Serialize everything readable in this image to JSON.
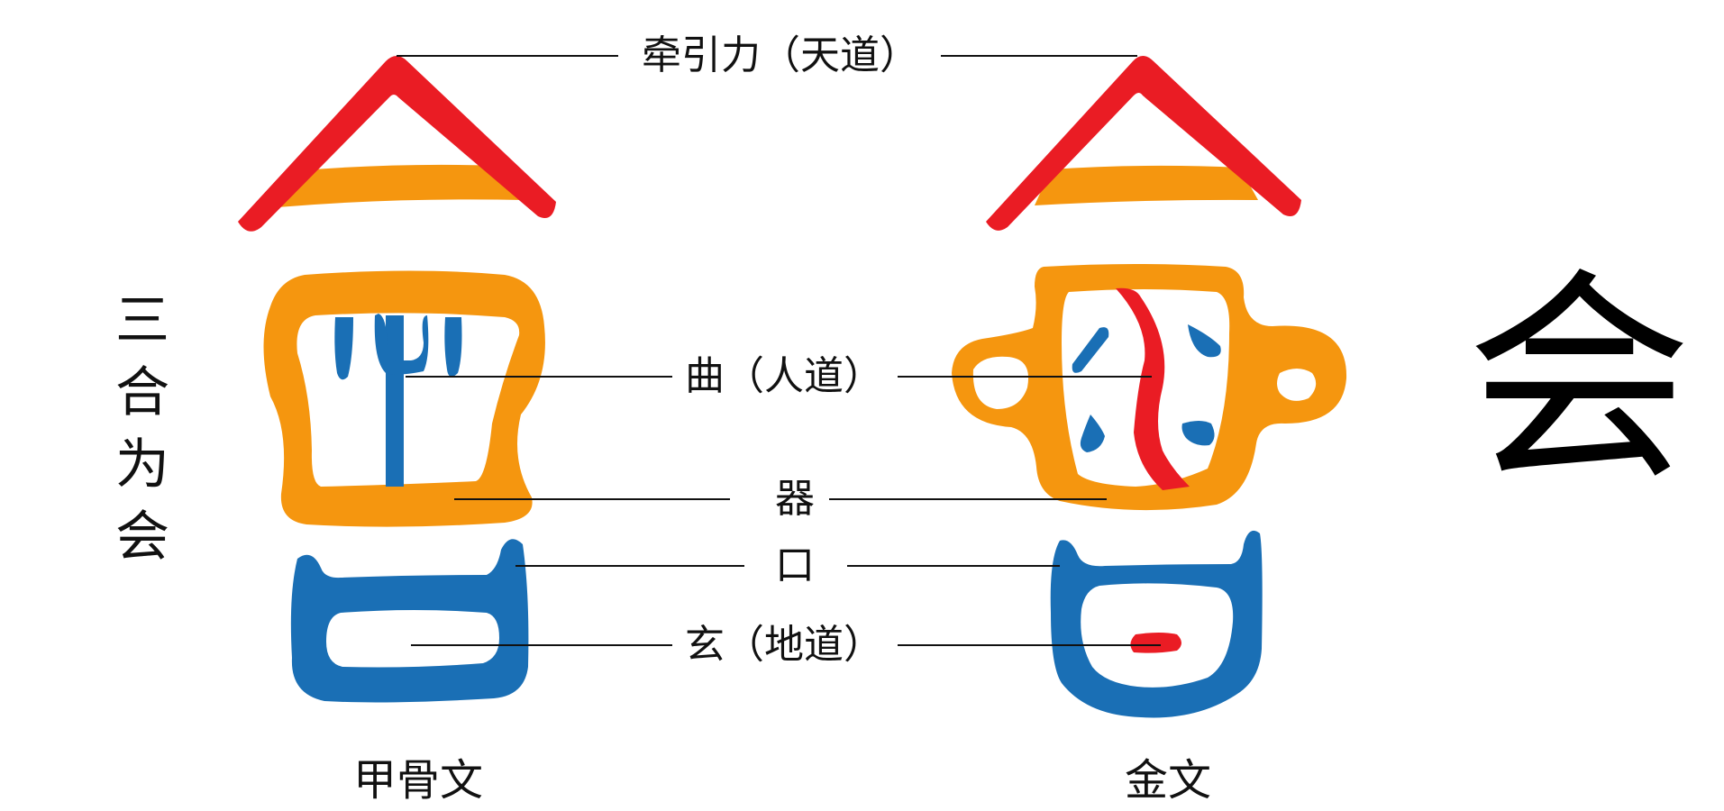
{
  "colors": {
    "red": "#ea1c24",
    "orange": "#f5960f",
    "blue": "#1a6fb5",
    "ink": "#111111",
    "background": "#ffffff"
  },
  "labels": {
    "top": "牵引力（天道）",
    "middle": "曲（人道）",
    "vessel": "器",
    "mouth": "口",
    "bottom": "玄（地道）"
  },
  "side_title": [
    "三",
    "合",
    "为",
    "会"
  ],
  "captions": {
    "oracle": "甲骨文",
    "bronze": "金文"
  },
  "modern_character": "会"
}
